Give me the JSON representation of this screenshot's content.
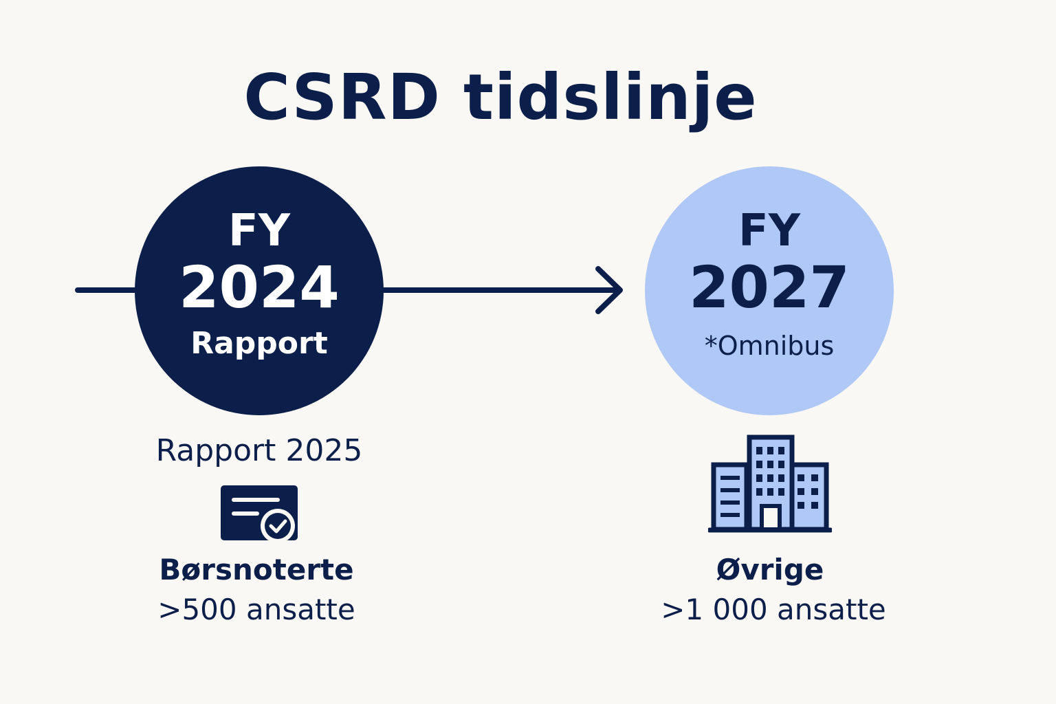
{
  "title": "CSRD tidslinje",
  "colors": {
    "navy": "#0C1F4A",
    "light_blue": "#AFC8F5",
    "background": "#FAF8F4"
  },
  "milestones": [
    {
      "fy": "FY",
      "year": "2024",
      "subtitle": "Rapport",
      "report": "Rapport 2025",
      "icon": "certificate-check-icon",
      "group": "Børsnoterte",
      "size": ">500 ansatte"
    },
    {
      "fy": "FY",
      "year": "2027",
      "subtitle": "*Omnibus",
      "icon": "office-buildings-icon",
      "group": "Øvrige",
      "size": ">1 000 ansatte"
    }
  ]
}
